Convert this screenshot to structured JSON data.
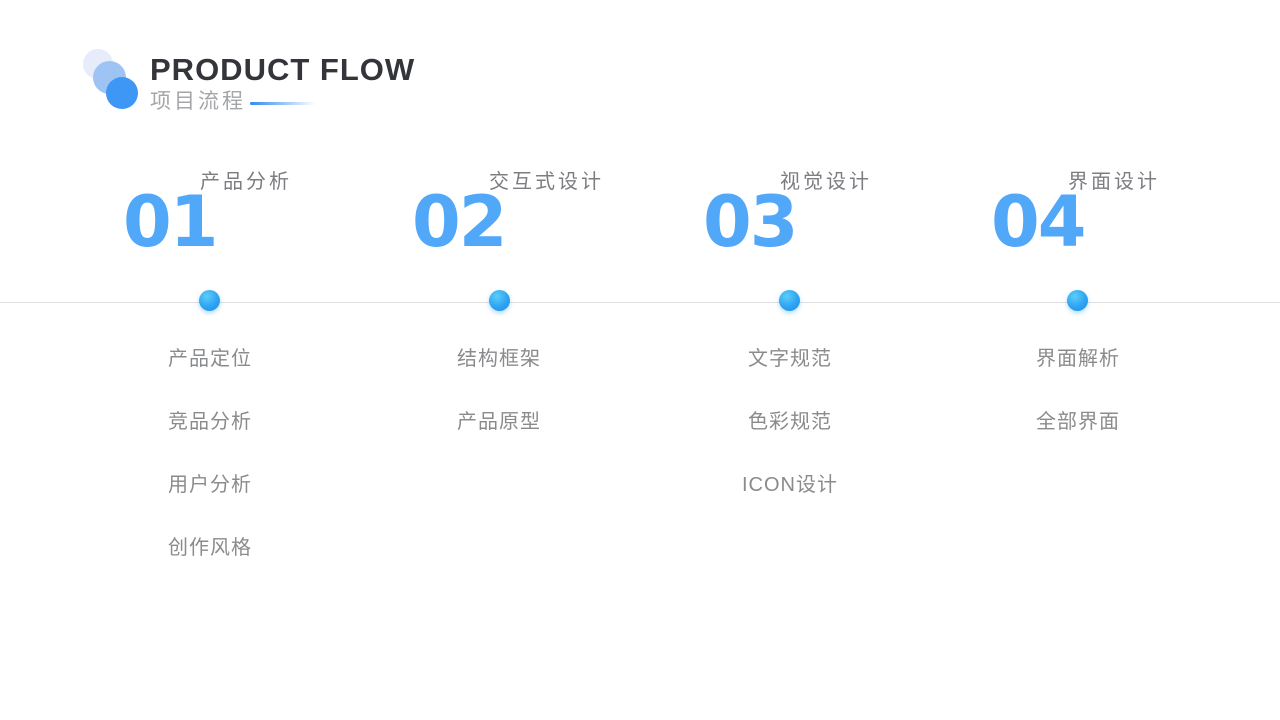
{
  "header": {
    "title": "PRODUCT FLOW",
    "subtitle": "项目流程",
    "logo_icon": "three-overlapping-circles",
    "logo_colors": [
      "#e7ecfa",
      "#9dc4f4",
      "#3e97f5"
    ],
    "accent_line_color": "#2f8cf0"
  },
  "colors": {
    "background": "#ffffff",
    "step_number_blue": "#51a7f8",
    "timeline_line": "#dfe0e2",
    "timeline_dot_top": "#5bcdf8",
    "timeline_dot_bottom": "#1b8fee",
    "heading_text": "#34353b",
    "gray_text": "#8a8b8d"
  },
  "steps": [
    {
      "number": "01",
      "title": "产品分析",
      "items": [
        "产品定位",
        "竞品分析",
        "用户分析",
        "创作风格"
      ]
    },
    {
      "number": "02",
      "title": "交互式设计",
      "items": [
        "结构框架",
        "产品原型"
      ]
    },
    {
      "number": "03",
      "title": "视觉设计",
      "items": [
        "文字规范",
        "色彩规范",
        "ICON设计"
      ]
    },
    {
      "number": "04",
      "title": "界面设计",
      "items": [
        "界面解析",
        "全部界面"
      ]
    }
  ]
}
